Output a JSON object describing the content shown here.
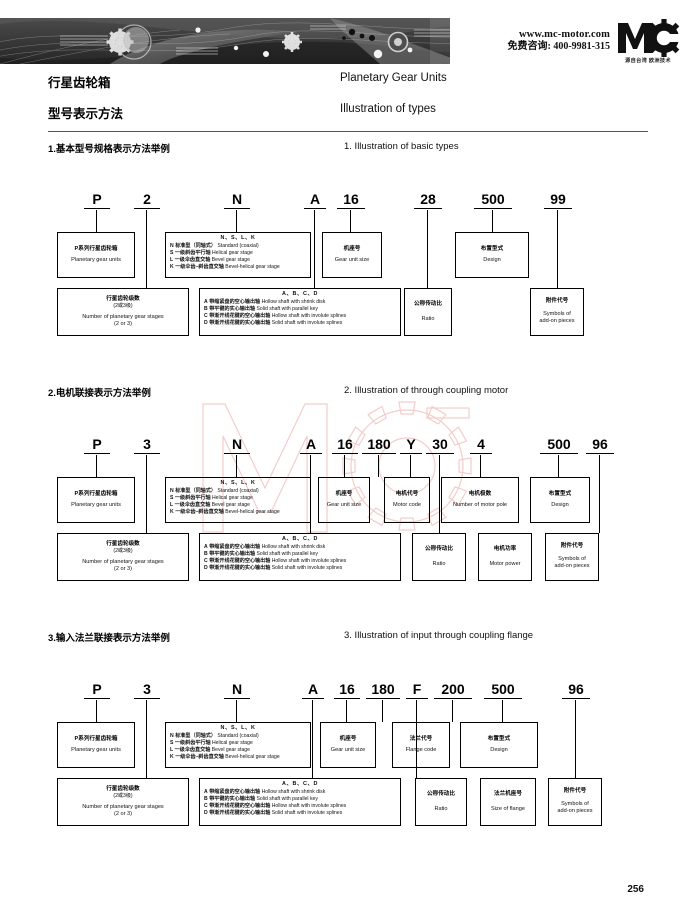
{
  "header": {
    "website": "www.mc-motor.com",
    "hotline": "免费咨询: 400-9981-315",
    "logo_text": "Mc",
    "logo_tagline": "源自台湾  欧洲技术"
  },
  "titles": {
    "cn_1": "行星齿轮箱",
    "en_1": "Planetary Gear Units",
    "cn_2": "型号表示方法",
    "en_2": "Illustration of  types"
  },
  "common": {
    "nslk_header": "N、S、L、K",
    "nslk_items": [
      {
        "code": "N",
        "cn": "标准型（同轴式）",
        "en": "Standard (coaxial)"
      },
      {
        "code": "S",
        "cn": "一级斜齿平行轴",
        "en": "Helical gear stage"
      },
      {
        "code": "L",
        "cn": "一级伞齿直交轴",
        "en": "Bevel gear stage"
      },
      {
        "code": "K",
        "cn": "一级伞齿–斜齿直交轴",
        "en": "Bevel-helical gear stage"
      }
    ],
    "abcd_header": "A、B、C、D",
    "abcd_items": [
      {
        "code": "A",
        "cn": "带缩紧盘的空心输出轴",
        "en": "Hollow shaft with shrink disk"
      },
      {
        "code": "B",
        "cn": "带平键的实心输出轴",
        "en": "Solid shaft with parallel key"
      },
      {
        "code": "C",
        "cn": "带渐开线花键的空心输出轴",
        "en": "Hollow shaft with involute splines"
      },
      {
        "code": "D",
        "cn": "带渐开线花键的实心输出轴",
        "en": "Solid shaft with involute splines"
      }
    ],
    "series_cn": "P系列行星齿轮箱",
    "series_en": "Planetary gear units",
    "stages_cn": "行星齿轮级数",
    "stages_cn2": "(2或3级)",
    "stages_en": "Number of planetary gear stages",
    "stages_en2": "(2 or 3)",
    "size_cn": "机座号",
    "size_en": "Gear unit size",
    "design_cn": "布置型式",
    "design_en": "Design",
    "ratio_cn": "公称传动比",
    "ratio_en": "Ratio",
    "addon_cn": "附件代号",
    "addon_en1": "Symbols of",
    "addon_en2": "add-on pieces",
    "motorcode_cn": "电机代号",
    "motorcode_en": "Motor code",
    "motorpole_cn": "电机极数",
    "motorpole_en": "Number of motor pole",
    "motorpower_cn": "电机功率",
    "motorpower_en": "Motor power",
    "flangecode_cn": "法兰代号",
    "flangecode_en": "Flange code",
    "flangesize_cn": "法兰机座号",
    "flangesize_en": "Size of flange"
  },
  "sections": [
    {
      "id": "basic",
      "heading_cn": "1.基本型号规格表示方法举例",
      "heading_en": "1. Illustration of basic types",
      "codes": [
        "P",
        "2",
        "N",
        "A",
        "16",
        "28",
        "500",
        "99"
      ]
    },
    {
      "id": "motor",
      "heading_cn": "2.电机联接表示方法举例",
      "heading_en": "2. Illustration of through coupling motor",
      "codes": [
        "P",
        "3",
        "N",
        "A",
        "16",
        "180",
        "Y",
        "30",
        "4",
        "500",
        "96"
      ]
    },
    {
      "id": "flange",
      "heading_cn": "3.输入法兰联接表示方法举例",
      "heading_en": "3. Illustration of input through coupling flange",
      "codes": [
        "P",
        "3",
        "N",
        "A",
        "16",
        "180",
        "F",
        "200",
        "500",
        "96"
      ]
    }
  ],
  "footer": {
    "page_number": "256"
  }
}
